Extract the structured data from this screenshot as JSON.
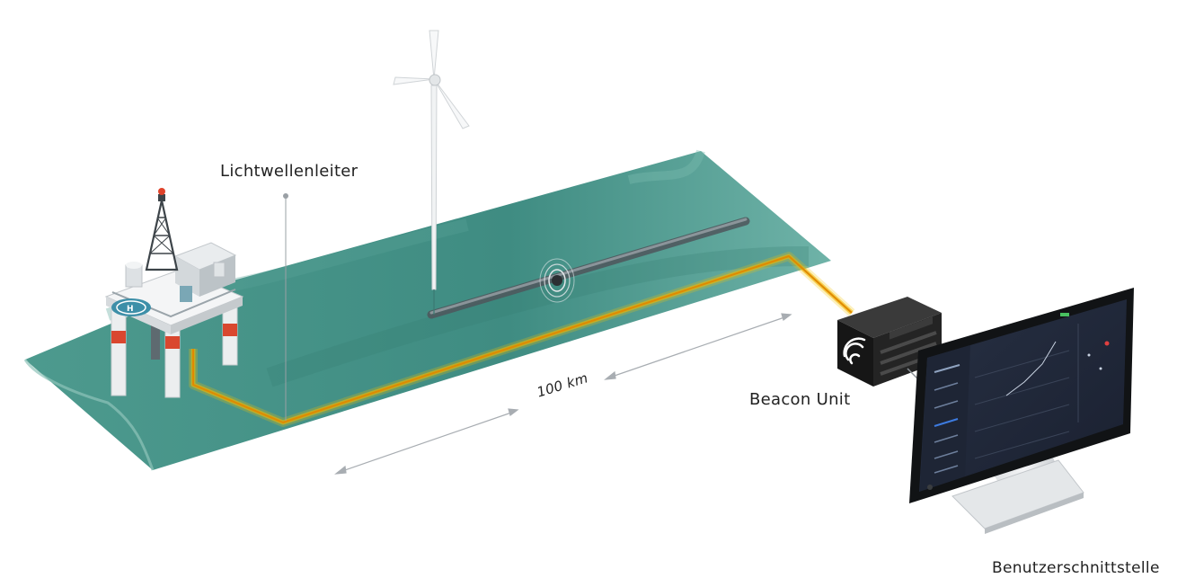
{
  "labels": {
    "fiber": "Lichtwellenleiter",
    "distance": "100 km",
    "beacon": "Beacon Unit",
    "user_interface": "Benutzerschnittstelle"
  },
  "icons": {
    "platform": "offshore-platform-icon",
    "turbine": "wind-turbine-icon",
    "beacon": "beacon-unit-icon",
    "monitor": "monitor-icon"
  },
  "colors": {
    "sea": "#3f8c82",
    "fiber_glow": "#f5c400",
    "cable": "#6c7278",
    "beacon_body": "#1c1c1c"
  }
}
